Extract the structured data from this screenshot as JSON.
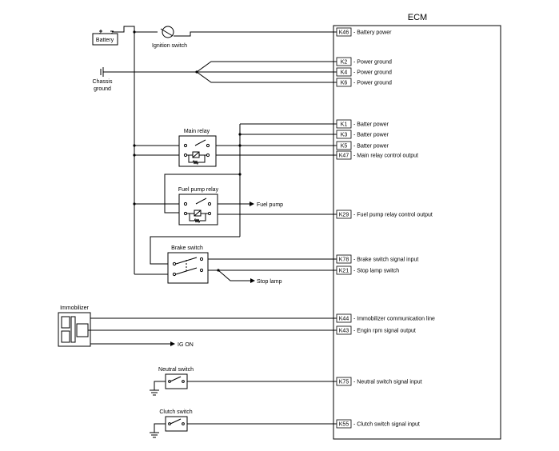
{
  "ecm": {
    "title": "ECM"
  },
  "components": {
    "battery": "Battery",
    "ignition_switch": "Ignition switch",
    "chassis_ground_line1": "Chassis",
    "chassis_ground_line2": "ground",
    "main_relay": "Main relay",
    "fuel_pump_relay": "Fuel pump relay",
    "brake_switch": "Brake switch",
    "immobilizer": "Immobilizer",
    "neutral_switch": "Neutral switch",
    "clutch_switch": "Clutch switch"
  },
  "outputs": {
    "fuel_pump": "Fuel pump",
    "stop_lamp": "Stop lamp",
    "ig_on": "IG ON"
  },
  "pins": [
    {
      "code": "K46",
      "desc": "- Battery power"
    },
    {
      "code": "K2",
      "desc": "- Power ground"
    },
    {
      "code": "K4",
      "desc": "- Power ground"
    },
    {
      "code": "K6",
      "desc": "- Power ground"
    },
    {
      "code": "K1",
      "desc": "- Batter power"
    },
    {
      "code": "K3",
      "desc": "- Batter power"
    },
    {
      "code": "K5",
      "desc": "- Batter power"
    },
    {
      "code": "K47",
      "desc": "- Main relay control output"
    },
    {
      "code": "K29",
      "desc": "- Fuel pump relay control output"
    },
    {
      "code": "K78",
      "desc": "- Brake switch signal input"
    },
    {
      "code": "K21",
      "desc": "- Stop lamp switch"
    },
    {
      "code": "K44",
      "desc": "- Immobilizer communication line"
    },
    {
      "code": "K43",
      "desc": "- Engin rpm signal output"
    },
    {
      "code": "K75",
      "desc": "- Neutral switch signal input"
    },
    {
      "code": "K55",
      "desc": "- Clutch switch signal input"
    }
  ]
}
